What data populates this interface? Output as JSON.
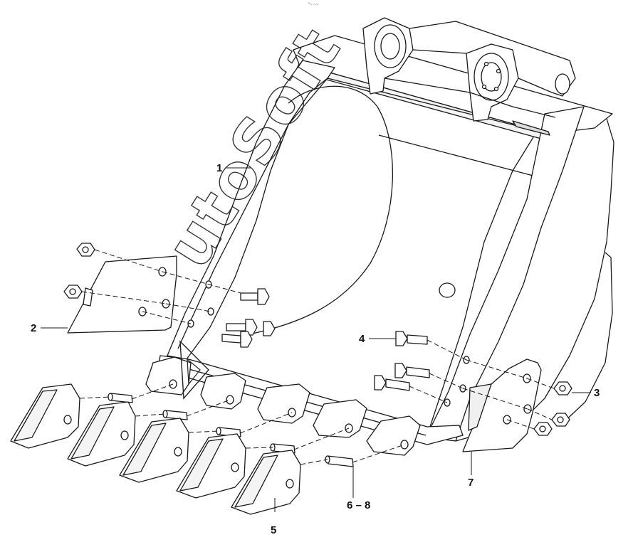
{
  "figure": {
    "top_mark": "\"~ ~~",
    "watermark": "utoSoft",
    "callouts": [
      {
        "id": "1",
        "label": "1"
      },
      {
        "id": "2",
        "label": "2"
      },
      {
        "id": "3",
        "label": "3"
      },
      {
        "id": "4",
        "label": "4"
      },
      {
        "id": "5",
        "label": "5"
      },
      {
        "id": "6-8",
        "label": "6 – 8"
      },
      {
        "id": "7",
        "label": "7"
      }
    ]
  },
  "colors": {
    "line": "#1a1a1a",
    "fill": "#ffffff",
    "shade": "#e6e6e6"
  }
}
